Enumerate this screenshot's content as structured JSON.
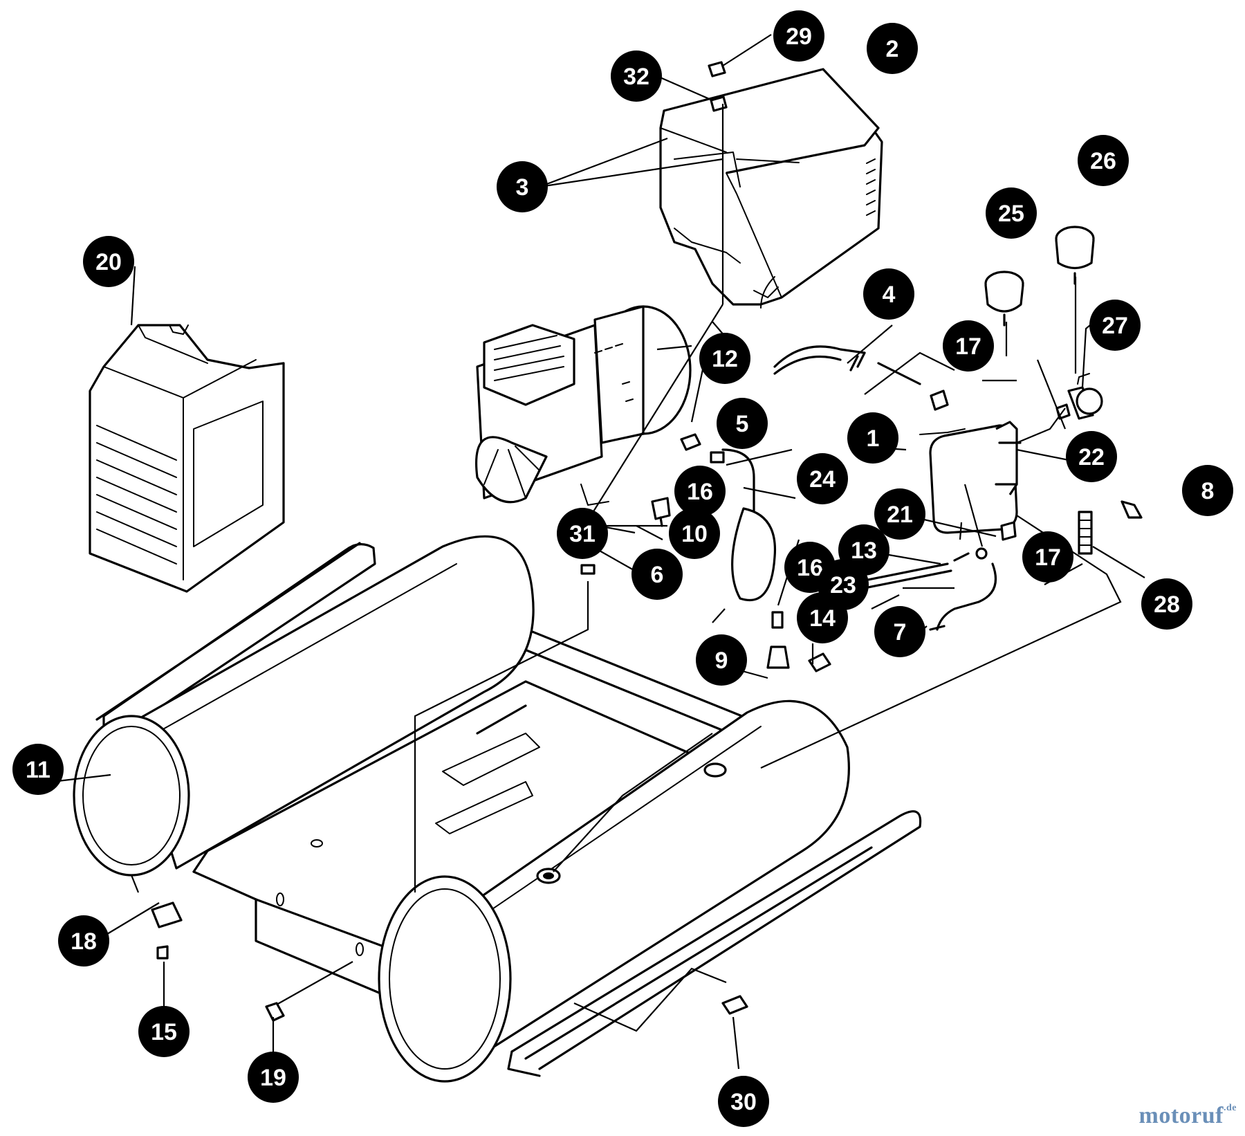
{
  "diagram": {
    "labels": [
      "1",
      "2",
      "3",
      "4",
      "5",
      "6",
      "7",
      "8",
      "9",
      "10",
      "11",
      "12",
      "13",
      "14",
      "15",
      "16",
      "17",
      "18",
      "19",
      "20",
      "21",
      "22",
      "23",
      "24",
      "25",
      "26",
      "27",
      "28",
      "29",
      "30",
      "31",
      "32"
    ],
    "callouts": [
      {
        "part": "29",
        "label": "29"
      },
      {
        "part": "32",
        "label": "32"
      },
      {
        "part": "2",
        "label": "2"
      },
      {
        "part": "3",
        "label": "3"
      },
      {
        "part": "26",
        "label": "26"
      },
      {
        "part": "25",
        "label": "25"
      },
      {
        "part": "27",
        "label": "27"
      },
      {
        "part": "20",
        "label": "20"
      },
      {
        "part": "4",
        "label": "4"
      },
      {
        "part": "12",
        "label": "12"
      },
      {
        "part": "17",
        "label": "17"
      },
      {
        "part": "5",
        "label": "5"
      },
      {
        "part": "1",
        "label": "1"
      },
      {
        "part": "22",
        "label": "22"
      },
      {
        "part": "16",
        "label": "16"
      },
      {
        "part": "24",
        "label": "24"
      },
      {
        "part": "8",
        "label": "8"
      },
      {
        "part": "21",
        "label": "21"
      },
      {
        "part": "31",
        "label": "31"
      },
      {
        "part": "10",
        "label": "10"
      },
      {
        "part": "13",
        "label": "13"
      },
      {
        "part": "17",
        "label": "17"
      },
      {
        "part": "16",
        "label": "16"
      },
      {
        "part": "6",
        "label": "6"
      },
      {
        "part": "23",
        "label": "23"
      },
      {
        "part": "28",
        "label": "28"
      },
      {
        "part": "14",
        "label": "14"
      },
      {
        "part": "7",
        "label": "7"
      },
      {
        "part": "9",
        "label": "9"
      },
      {
        "part": "11",
        "label": "11"
      },
      {
        "part": "18",
        "label": "18"
      },
      {
        "part": "15",
        "label": "15"
      },
      {
        "part": "19",
        "label": "19"
      },
      {
        "part": "30",
        "label": "30"
      }
    ],
    "icons": [
      "tank-icon",
      "motor-icon",
      "shroud-icon",
      "gauge-icon",
      "switch-icon"
    ]
  },
  "watermark": {
    "text": "motoruf",
    "tld": ".de",
    "color": "#6a8fb8"
  }
}
